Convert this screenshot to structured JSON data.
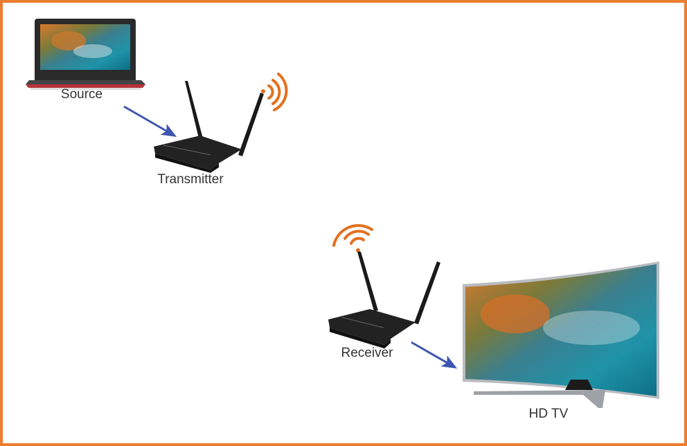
{
  "labels": {
    "source": "Source",
    "transmitter": "Transmitter",
    "receiver": "Receiver",
    "tv": "HD TV"
  },
  "colors": {
    "border": "#ED7D31",
    "signal_waves": "#E2701F",
    "arrows": "#3F56B0",
    "devices": "#1e1e1e"
  },
  "icons": [
    "laptop-icon",
    "router-icon",
    "wifi-signal-icon",
    "arrow-icon",
    "tv-icon"
  ]
}
